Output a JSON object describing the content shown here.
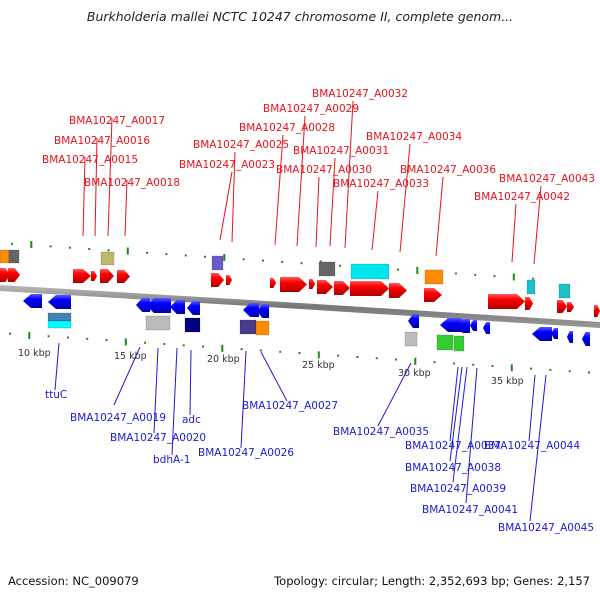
{
  "title": "Burkholderia mallei NCTC 10247 chromosome II, complete genom...",
  "footer": {
    "accession": "Accession: NC_009079",
    "summary": "Topology: circular; Length: 2,352,693 bp; Genes: 2,157"
  },
  "ruler": {
    "labels": [
      "10 kbp",
      "15 kbp",
      "20 kbp",
      "25 kbp",
      "30 kbp",
      "35 kbp"
    ]
  },
  "colors": {
    "forward": "#ff0000",
    "reverse": "#0000ff",
    "backbone": "#888888",
    "tick": "#1a8a1a",
    "label_top": "#e8121c",
    "label_bottom": "#1a1ad8"
  },
  "top_labels": [
    {
      "text": "BMA10247_A0017"
    },
    {
      "text": "BMA10247_A0016"
    },
    {
      "text": "BMA10247_A0015"
    },
    {
      "text": "BMA10247_A0018"
    },
    {
      "text": "BMA10247_A0023"
    },
    {
      "text": "BMA10247_A0025"
    },
    {
      "text": "BMA10247_A0028"
    },
    {
      "text": "BMA10247_A0029"
    },
    {
      "text": "BMA10247_A0032"
    },
    {
      "text": "BMA10247_A0030"
    },
    {
      "text": "BMA10247_A0031"
    },
    {
      "text": "BMA10247_A0033"
    },
    {
      "text": "BMA10247_A0034"
    },
    {
      "text": "BMA10247_A0036"
    },
    {
      "text": "BMA10247_A0042"
    },
    {
      "text": "BMA10247_A0043"
    }
  ],
  "bottom_labels": [
    {
      "text": "ttuC"
    },
    {
      "text": "BMA10247_A0019"
    },
    {
      "text": "BMA10247_A0020"
    },
    {
      "text": "bdhA-1"
    },
    {
      "text": "adc"
    },
    {
      "text": "BMA10247_A0026"
    },
    {
      "text": "BMA10247_A0027"
    },
    {
      "text": "BMA10247_A0035"
    },
    {
      "text": "BMA10247_A0037"
    },
    {
      "text": "BMA10247_A0038"
    },
    {
      "text": "BMA10247_A0039"
    },
    {
      "text": "BMA10247_A0041"
    },
    {
      "text": "BMA10247_A0044"
    },
    {
      "text": "BMA10247_A0045"
    }
  ]
}
